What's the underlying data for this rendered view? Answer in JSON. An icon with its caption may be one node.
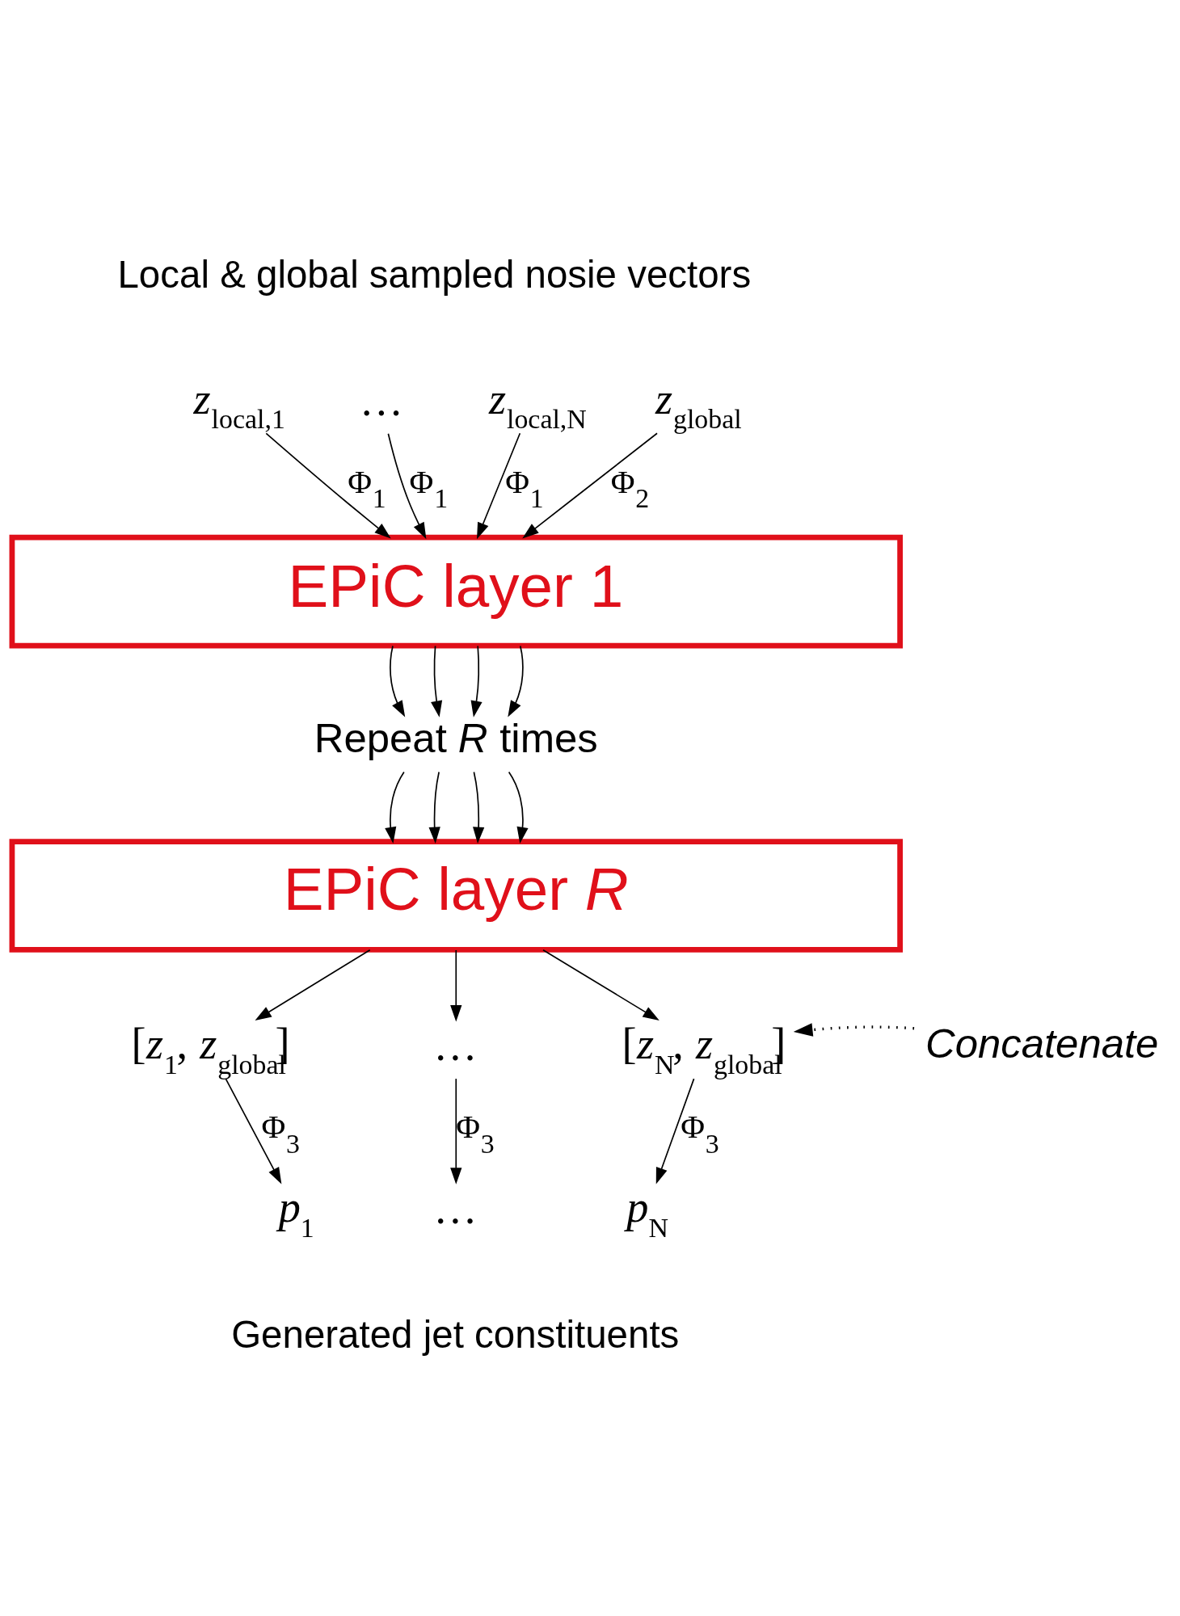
{
  "diagram": {
    "nodes": [
      {
        "text": [
          "*z*$_{local,1}$"
        ]
      },
      {
        "text": [
          "…"
        ]
      },
      {
        "text": [
          "*z*$_{local,N}$"
        ]
      },
      {
        "text": [
          "*z*$_{global}$"
        ]
      },
      {
        "text": [
          "EPiC layer 1"
        ]
      },
      {
        "text": [
          "Repeat *R* times"
        ]
      },
      {
        "text": [
          "EPiC layer *R*"
        ]
      },
      {
        "text": [
          "[*z*$_{1}$, *z*$_{global}$]"
        ]
      },
      {
        "text": [
          "…"
        ]
      },
      {
        "text": [
          "[*z*$_{N}$, *z*$_{global}$]"
        ]
      },
      {
        "text": [
          "Concatenate"
        ]
      },
      {
        "text": [
          "*p*$_{1}$"
        ]
      },
      {
        "text": [
          "…"
        ]
      },
      {
        "text": [
          "*p*$_{N}$"
        ]
      }
    ],
    "edges": [
      {
        "from": 0,
        "to": 4,
        "arrow": "to",
        "label": "Φ$_{1}$"
      },
      {
        "from": 1,
        "to": 4,
        "arrow": "to",
        "label": "Φ$_{1}$"
      },
      {
        "from": 2,
        "to": 4,
        "arrow": "to",
        "label": "Φ$_{1}$"
      },
      {
        "from": 3,
        "to": 4,
        "arrow": "to",
        "label": "Φ$_{2}$"
      },
      {
        "from": 4,
        "to": 5,
        "arrow": "to"
      },
      {
        "from": 4,
        "to": 5,
        "arrow": "to"
      },
      {
        "from": 4,
        "to": 5,
        "arrow": "to"
      },
      {
        "from": 4,
        "to": 5,
        "arrow": "to"
      },
      {
        "from": 5,
        "to": 6,
        "arrow": "to"
      },
      {
        "from": 5,
        "to": 6,
        "arrow": "to"
      },
      {
        "from": 5,
        "to": 6,
        "arrow": "to"
      },
      {
        "from": 5,
        "to": 6,
        "arrow": "to"
      },
      {
        "from": 6,
        "to": 7,
        "arrow": "to"
      },
      {
        "from": 6,
        "to": 8,
        "arrow": "to"
      },
      {
        "from": 6,
        "to": 9,
        "arrow": "to"
      },
      {
        "from": 10,
        "to": 9,
        "arrow": "to",
        "style": "dashed"
      },
      {
        "from": 7,
        "to": 11,
        "arrow": "to",
        "label": "Φ$_{3}$"
      },
      {
        "from": 8,
        "to": 12,
        "arrow": "to",
        "label": "Φ$_{3}$"
      },
      {
        "from": 9,
        "to": 13,
        "arrow": "to",
        "label": "Φ$_{3}$"
      }
    ],
    "labels": [
      "Local & global sampled nosie vectors",
      "Generated jet constituents"
    ]
  }
}
